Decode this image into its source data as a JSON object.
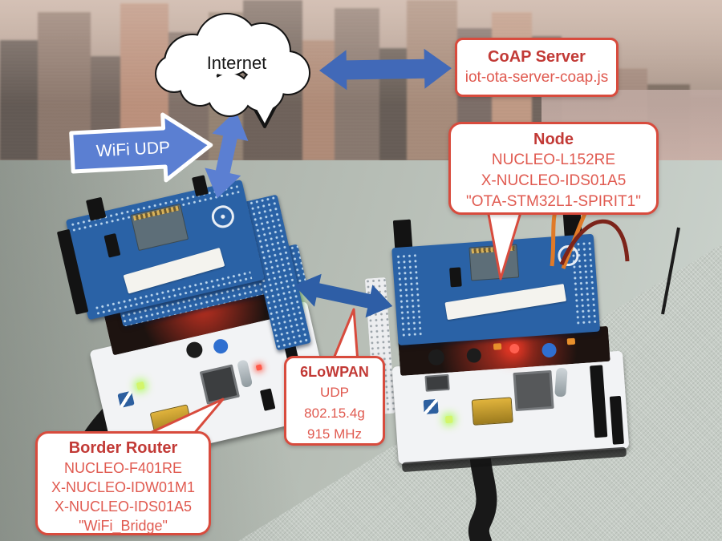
{
  "diagram": {
    "internet_cloud": {
      "label": "Internet"
    },
    "wifi_link": {
      "label": "WiFi UDP"
    },
    "coap_server": {
      "title": "CoAP Server",
      "script": "iot-ota-server-coap.js"
    },
    "node": {
      "title": "Node",
      "lines": [
        "NUCLEO-L152RE",
        "X-NUCLEO-IDS01A5",
        "\"OTA-STM32L1-SPIRIT1\""
      ]
    },
    "lowpan_link": {
      "title": "6LoWPAN",
      "lines": [
        "UDP",
        "802.15.4g",
        "915 MHz"
      ]
    },
    "border_router": {
      "title": "Border Router",
      "lines": [
        "NUCLEO-F401RE",
        "X-NUCLEO-IDW01M1",
        "X-NUCLEO-IDS01A5",
        "\"WiFi_Bridge\""
      ]
    }
  },
  "colors": {
    "callout-border": "#d84b3d",
    "callout-title": "#c23a36",
    "callout-text": "#e05a50",
    "arrow-light-blue": "#5b7fd2",
    "arrow-mid-blue": "#4169b8",
    "arrow-dark-blue": "#2e5ea6",
    "cloud-outline": "#141414",
    "pcb-blue": "#2a62a6",
    "board-white": "#f2f3f5"
  }
}
